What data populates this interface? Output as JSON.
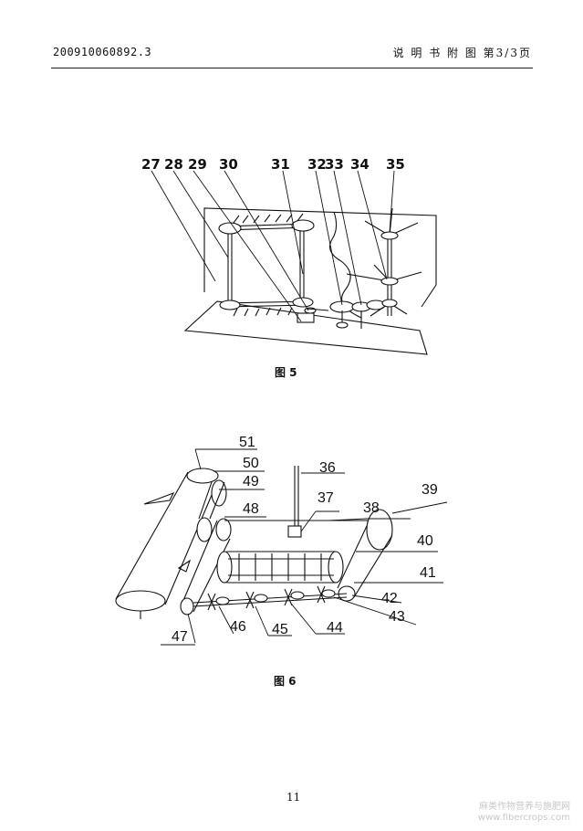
{
  "header": {
    "application_number": "200910060892.3",
    "section_title": "说  明  书  附  图",
    "page_of": "第3/3页"
  },
  "figure5": {
    "caption": "图 5",
    "labels": [
      "27",
      "28",
      "29",
      "30",
      "31",
      "32",
      "33",
      "34",
      "35"
    ]
  },
  "figure6": {
    "caption": "图 6",
    "labels": [
      "36",
      "37",
      "38",
      "39",
      "40",
      "41",
      "42",
      "43",
      "44",
      "45",
      "46",
      "47",
      "48",
      "49",
      "50",
      "51"
    ]
  },
  "footer": {
    "page_number": "11"
  },
  "watermark": {
    "line1": "麻类作物营养与施肥网",
    "line2": "www.fibercrops.com"
  }
}
